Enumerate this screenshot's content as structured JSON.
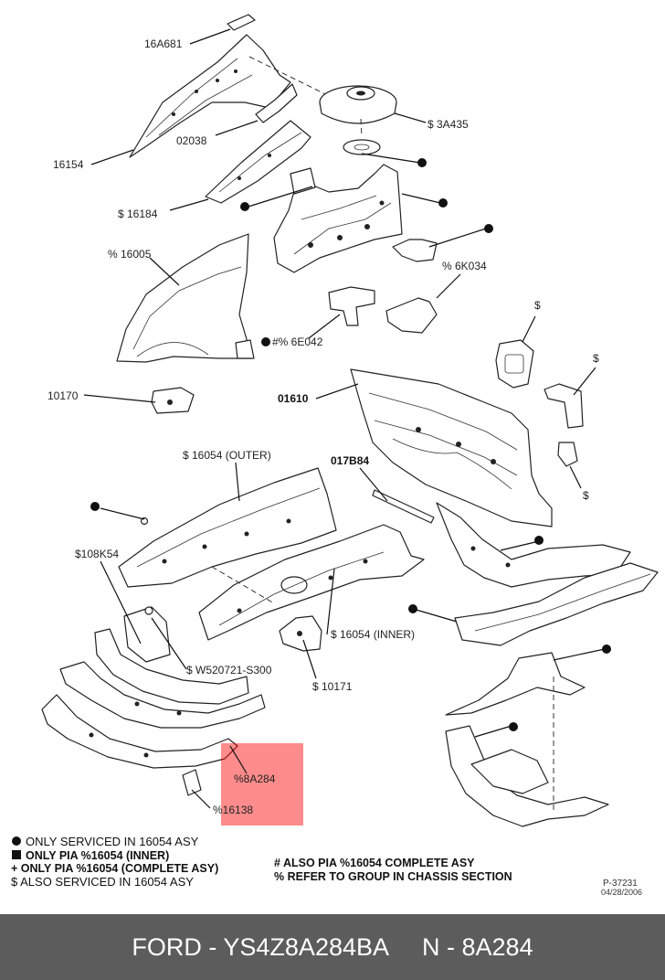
{
  "parts": {
    "p16a681": "16A681",
    "p02038": "02038",
    "p16154": "16154",
    "p3a435": "$ 3A435",
    "p16184": "$ 16184",
    "p6k034": "% 6K034",
    "p16005": "% 16005",
    "p6e042": "#% 6E042",
    "p10170": "10170",
    "p01610": "01610",
    "p16054_outer": "$ 16054 (OUTER)",
    "p017b84": "017B84",
    "p108k54": "$108K54",
    "p16054_inner": "$ 16054 (INNER)",
    "pw520721": "$ W520721-S300",
    "p10171": "$ 10171",
    "p8a284": "%8A284",
    "p16138": "%16138",
    "dollar": "$"
  },
  "legend": {
    "left": [
      "ONLY SERVICED IN 16054 ASY",
      "ONLY PIA %16054 (INNER)",
      "+ ONLY PIA %16054 (COMPLETE ASY)",
      "$ ALSO SERVICED IN 16054 ASY"
    ],
    "right": [
      "# ALSO PIA %16054 COMPLETE ASY",
      "% REFER TO GROUP IN CHASSIS SECTION"
    ]
  },
  "reference": {
    "code": "P-37231",
    "date": "04/28/2006"
  },
  "highlight": {
    "part": "8A284",
    "color": "#ff0000"
  },
  "footer": {
    "text": "FORD - YS4Z8A284BA     N - 8A284"
  }
}
